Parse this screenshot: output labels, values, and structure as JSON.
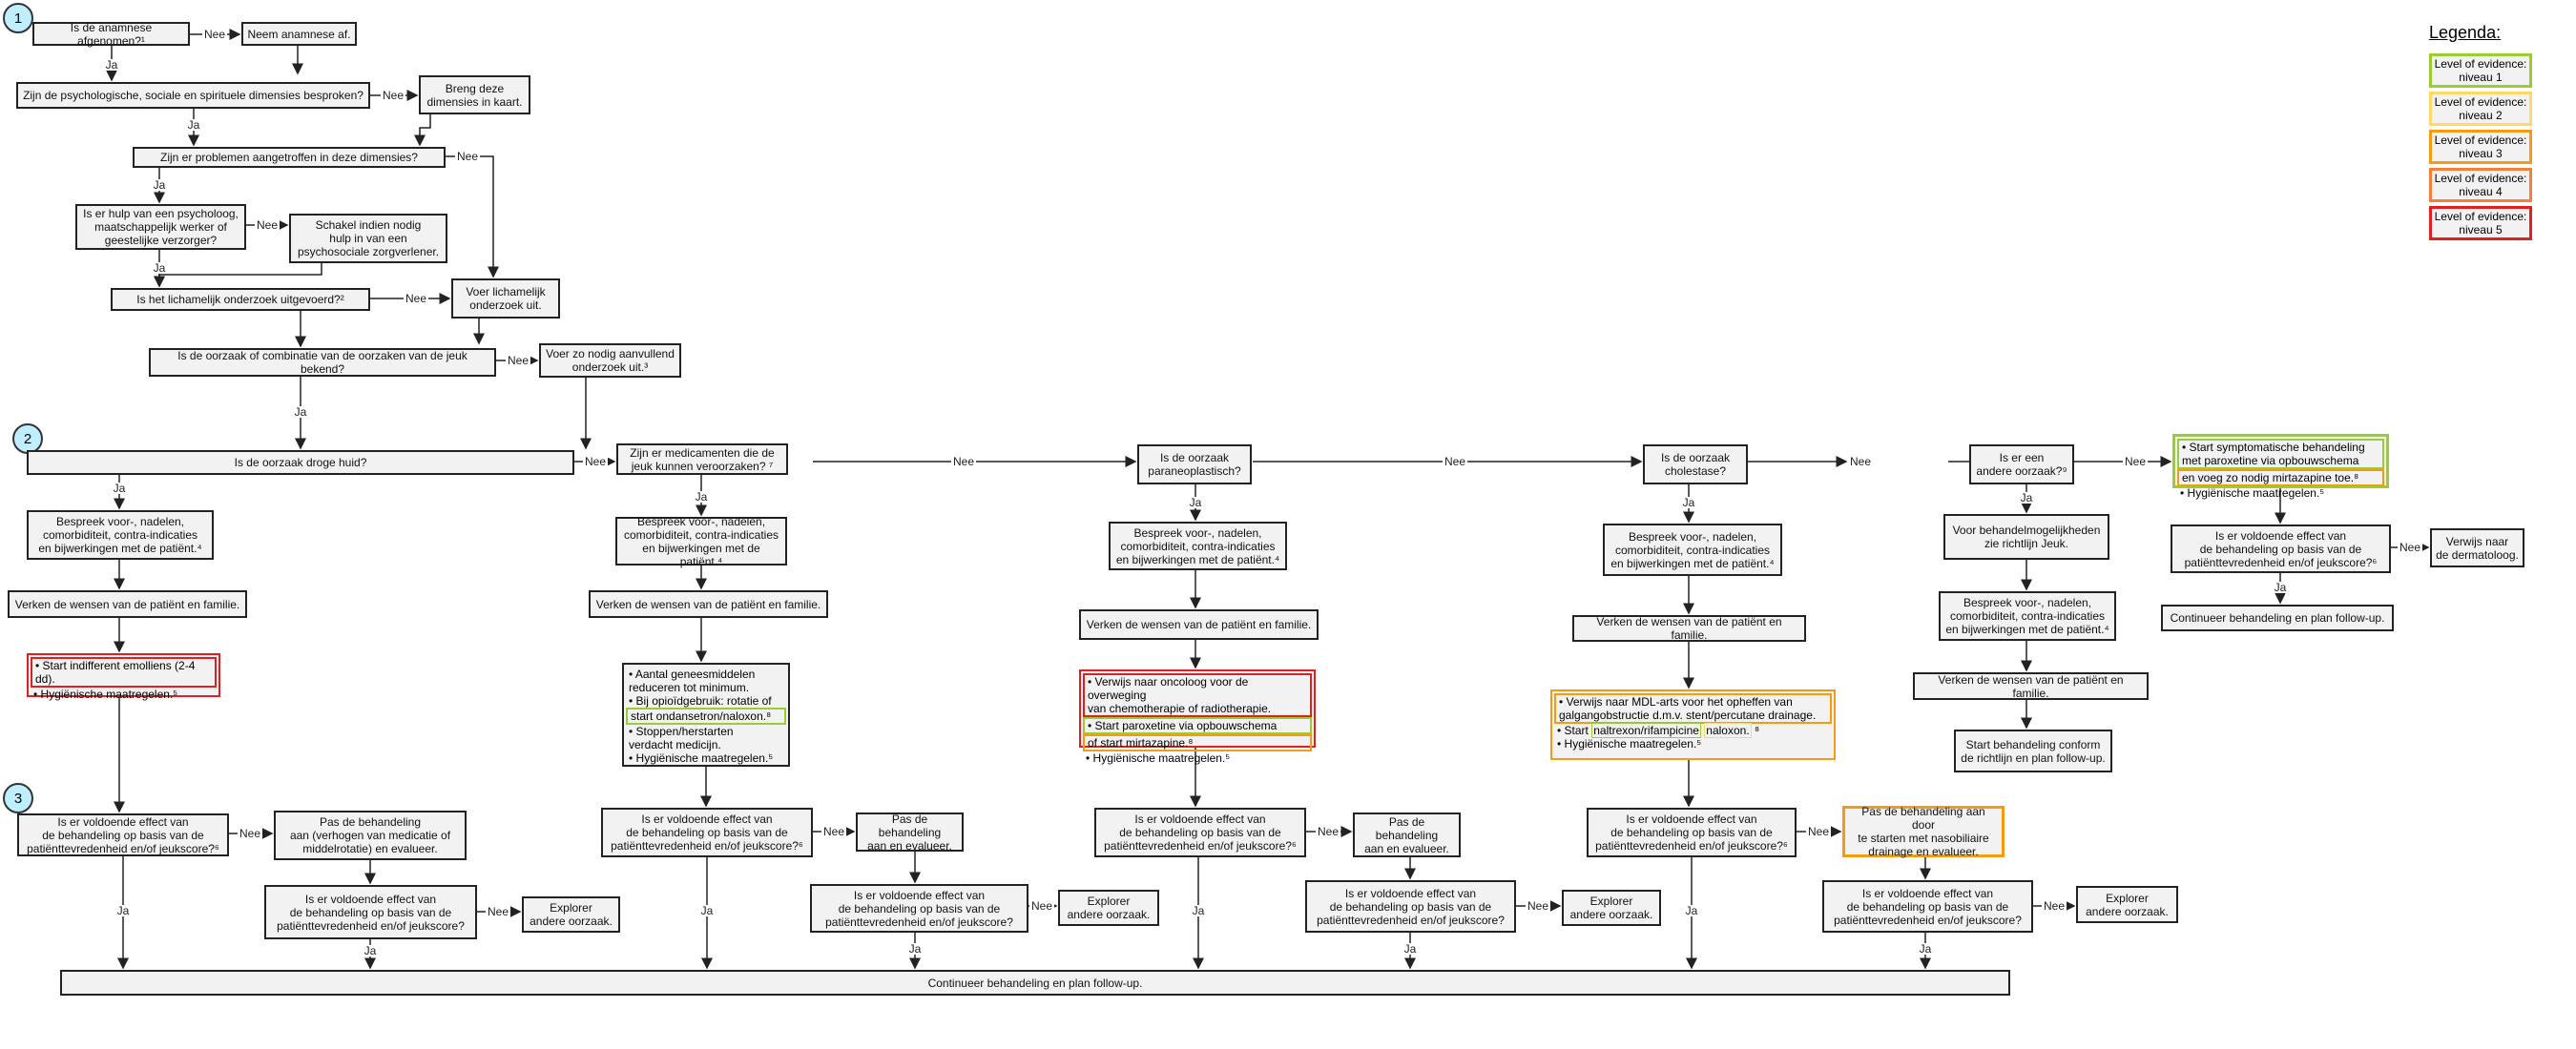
{
  "steps": [
    "1",
    "2",
    "3"
  ],
  "legend": {
    "title": "Legenda:",
    "items": [
      {
        "label": "Level of evidence:\nniveau 1",
        "color": "#9acd32"
      },
      {
        "label": "Level of evidence:\nniveau 2",
        "color": "#ffd966"
      },
      {
        "label": "Level of evidence:\nniveau 3",
        "color": "#f39c12"
      },
      {
        "label": "Level of evidence:\nniveau 4",
        "color": "#f57f3a"
      },
      {
        "label": "Level of evidence:\nniveau 5",
        "color": "#e02020"
      }
    ]
  },
  "edge_labels": {
    "ja": "Ja",
    "nee": "Nee"
  },
  "boxes": {
    "anamnese_q": "Is de anamnese afgenomen?¹",
    "anamnese_do": "Neem anamnese af.",
    "dims_q": "Zijn de psychologische, sociale en spirituele dimensies besproken?",
    "dims_do": "Breng deze\ndimensies in kaart.",
    "problems_q": "Zijn er problemen aangetroffen in deze dimensies?",
    "help_q": "Is er hulp van een psycholoog,\nmaatschappelijk werker of\ngeestelijke verzorger?",
    "help_do": "Schakel indien nodig\nhulp in van een\npsychosociale zorgverlener.",
    "exam_q": "Is het lichamelijk onderzoek uitgevoerd?²",
    "exam_do": "Voer lichamelijk\nonderzoek uit.",
    "cause_q": "Is de oorzaak of combinatie van de oorzaken van de jeuk bekend?",
    "cause_do": "Voer zo nodig aanvullend\nonderzoek uit.³",
    "dry_q": "Is de oorzaak droge huid?",
    "meds_q": "Zijn er medicamenten die de\njeuk kunnen veroorzaken? ⁷",
    "para_q": "Is de oorzaak\nparaneoplastisch?",
    "chol_q": "Is de oorzaak\ncholestase?",
    "other_q": "Is er een\nandere oorzaak?⁹",
    "discuss_c1": "Bespreek voor-, nadelen,\ncomorbiditeit, contra-indicaties\nen bijwerkingen met de patiënt.⁴",
    "discuss_c2": "Bespreek voor-, nadelen,\ncomorbiditeit, contra-indicaties\nen bijwerkingen met de patiënt.⁴",
    "discuss_c3": "Bespreek voor-, nadelen,\ncomorbiditeit, contra-indicaties\nen bijwerkingen met de patiënt.⁴",
    "discuss_c4": "Bespreek voor-, nadelen,\ncomorbiditeit, contra-indicaties\nen bijwerkingen met de patiënt.⁴",
    "discuss_c5": "Bespreek voor-, nadelen,\ncomorbiditeit, contra-indicaties\nen bijwerkingen met de patiënt.⁴",
    "wishes_c1": "Verken de wensen van de patiënt en familie.",
    "wishes_c2": "Verken de wensen van de patiënt en familie.",
    "wishes_c3": "Verken de wensen van de patiënt en familie.",
    "wishes_c4": "Verken de wensen van de patiënt en familie.",
    "wishes_c5": "Verken de wensen van de patiënt en familie.",
    "other_info": "Voor behandelmogelijkheden\nzie richtlijn Jeuk.",
    "other_start": "Start behandeling conform\nde richtlijn en plan follow-up.",
    "effect_c1": "Is er voldoende effect van\nde behandeling op basis van de\npatiënttevredenheid en/of jeukscore?⁶",
    "effect_c2": "Is er voldoende effect van\nde behandeling op basis van de\npatiënttevredenheid en/of jeukscore?⁶",
    "effect_c3": "Is er voldoende effect van\nde behandeling op basis van de\npatiënttevredenheid en/of jeukscore?⁶",
    "effect_c4": "Is er voldoende effect van\nde behandeling op basis van de\npatiënttevredenheid en/of jeukscore?⁶",
    "effect_c6": "Is er voldoende effect van\nde behandeling op basis van de\npatiënttevredenheid en/of jeukscore?⁶",
    "adjust_c1": "Pas de behandeling\naan (verhogen van medicatie of\nmiddelrotatie) en evalueer.",
    "adjust_c2": "Pas de behandeling\naan en evalueer.",
    "adjust_c3": "Pas de behandeling\naan en evalueer.",
    "adjust_c4": "Pas de behandeling aan door\nte starten met nasobiliaire\ndrainage en evalueer.",
    "effect2_c1": "Is er voldoende effect van\nde behandeling op basis van de\npatiënttevredenheid en/of jeukscore?",
    "effect2_c2": "Is er voldoende effect van\nde behandeling op basis van de\npatiënttevredenheid en/of jeukscore?",
    "effect2_c3": "Is er voldoende effect van\nde behandeling op basis van de\npatiënttevredenheid en/of jeukscore?",
    "effect2_c4": "Is er voldoende effect van\nde behandeling op basis van de\npatiënttevredenheid en/of jeukscore?",
    "explore_c1": "Explorer\nandere oorzaak.",
    "explore_c2": "Explorer\nandere oorzaak.",
    "explore_c3": "Explorer\nandere oorzaak.",
    "explore_c4": "Explorer\nandere oorzaak.",
    "refer_derm": "Verwijs naar\nde dermatoloog.",
    "continue_c6": "Continueer behandeling en plan follow-up.",
    "continue_main": "Continueer behandeling en plan follow-up."
  },
  "lists": {
    "dry": {
      "emollient": "• Start indifferent emolliens (2-4 dd).",
      "hygiene": "• Hygiënische maatregelen.⁵"
    },
    "meds": {
      "reduce": "• Aantal geneesmiddelen\n  reduceren tot minimum.",
      "opioid": "• Bij opioïdgebruik: rotatie of",
      "ondansetron": "start ondansetron/naloxon.⁸",
      "stop": "• Stoppen/herstarten\n  verdacht medicijn.",
      "hygiene": "• Hygiënische maatregelen.⁵"
    },
    "para": {
      "oncoloog": "• Verwijs naar oncoloog voor de overweging\n  van chemotherapie of radiotherapie.",
      "paroxetine": "• Start paroxetine via opbouwschema",
      "mirtazapine": "  of start mirtazapine.⁸",
      "hygiene": "• Hygiënische maatregelen.⁵"
    },
    "chol": {
      "mdl": "• Verwijs naar MDL-arts voor het opheffen van\n  galgangobstructie d.m.v. stent/percutane drainage.",
      "start": "• Start ",
      "naltrexon": "naltrexon/rifampicine",
      "naloxon": "naloxon.",
      "note": " ⁸",
      "hygiene": "• Hygiënische maatregelen.⁵"
    },
    "symp": {
      "start": "• Start symptomatische behandeling\n  met paroxetine via opbouwschema",
      "mirtazapine": "  en voeg zo nodig mirtazapine toe.⁸",
      "hygiene": "• Hygiënische maatregelen.⁵"
    }
  }
}
